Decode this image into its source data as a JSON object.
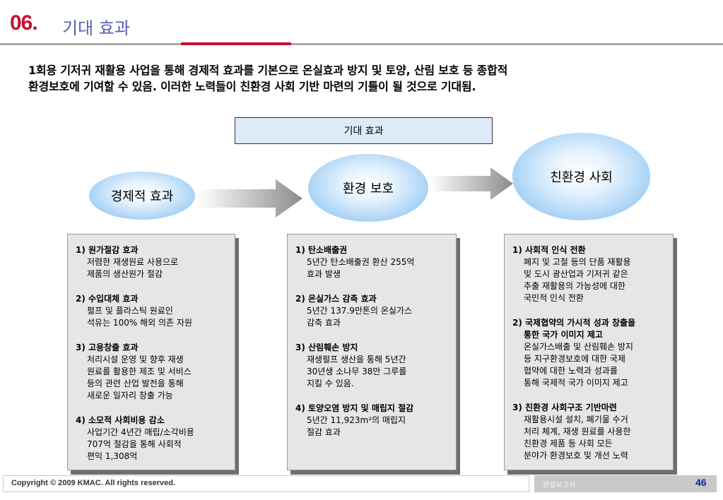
{
  "header": {
    "number": "06.",
    "title": "기대 효과"
  },
  "intro": {
    "line1": "1회용 기저귀 재활용 사업을 통해 경제적 효과를 기본으로 온실효과 방지 및 토양, 산림 보호 등 종합적",
    "line2": "환경보호에 기여할 수 있음. 이러한 노력들이 친환경 사회 기반 마련의 기틀이 될 것으로 기대됨."
  },
  "section_title": "기대 효과",
  "stages": [
    "경제적 효과",
    "환경 보호",
    "친환경 사회"
  ],
  "panels": [
    {
      "items": [
        {
          "title": "1) 원가절감 효과",
          "body": [
            "저렴한 재생원료 사용으로",
            "제품의 생산원가 절감"
          ]
        },
        {
          "title": "2) 수입대체 효과",
          "body": [
            "펄프 및 플라스틱 원료인",
            "석유는 100% 해외 의존 자원"
          ]
        },
        {
          "title": "3)  고용창출 효과",
          "body": [
            "처리시설 운영 및 향후 재생",
            "원료를 활용한 제조 및 서비스",
            "등의 관련 산업 발전을 통해",
            "새로운 일자리 창출 가능"
          ]
        },
        {
          "title": "4) 소모적 사회비용 감소",
          "body": [
            "사업기간 4년간 매립/소각비용",
            "707억 절감을 통해 사회적",
            "편익 1,308억"
          ]
        }
      ]
    },
    {
      "items": [
        {
          "title": "1) 탄소배출권",
          "body": [
            "5년간 탄소배출권 환산 255억",
            "효과 발생"
          ]
        },
        {
          "title": "2) 온실가스 감축 효과",
          "body": [
            "5년간 137.9만톤의 온실가스",
            "감축 효과"
          ]
        },
        {
          "title": "3) 산림훼손 방지",
          "body": [
            "재생펄프 생산을 통해 5년간",
            "30년생 소나무 38만 그루를",
            "지킬 수 있음."
          ]
        },
        {
          "title": "4) 토양오염 방지 및 매립지 절감",
          "body": [
            "5년간 11,923m²의 매립지",
            "절감 효과"
          ]
        }
      ]
    },
    {
      "items": [
        {
          "title": "1) 사회적 인식 전환",
          "body": [
            "폐지 및 고철 등의 단품 재활용",
            "및 도시 광산업과 기저귀 같은",
            "추출 재활용의 가능성에 대한",
            "국민적 인식 전환"
          ]
        },
        {
          "title": "2) 국제협약의 가시적 성과 창출을",
          "title2": "통한 국가 이미지 제고",
          "body": [
            "온실가스배출 및 산림훼손 방지",
            "등 지구환경보호에 대한 국제",
            "협약에 대한 노력과 성과를",
            "통해 국제적 국가 이미지 제고"
          ]
        },
        {
          "title": "3) 친환경 사회구조 기반마련",
          "body": [
            "재활용시설 설치, 폐기물 수거",
            "처리 체계, 재생 원료를 사용한",
            "친환경 제품 등 사회 모든",
            "분야가 환경보호 및 개선 노력"
          ]
        }
      ]
    }
  ],
  "footer": {
    "copyright": "Copyright © 2009 KMAC. All rights reserved.",
    "label": "완료보고서",
    "page": "46"
  },
  "colors": {
    "accent_red": "#c8102e",
    "title_blue": "#5a5fb0",
    "page_blue": "#0a2a9a",
    "box_fill": "#ddeaf8"
  }
}
